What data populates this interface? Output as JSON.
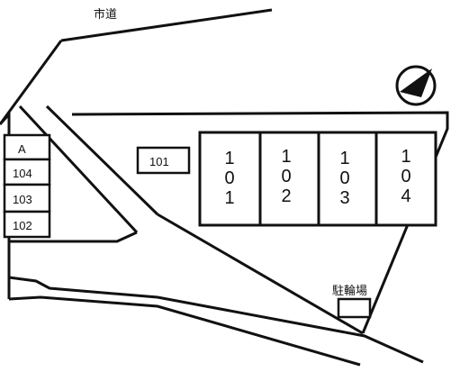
{
  "road_label": "市道",
  "parking_label": "駐輪場",
  "north_arrow": {
    "icon": "north-arrow-icon"
  },
  "left_stalls": [
    {
      "label": "A"
    },
    {
      "label": "104"
    },
    {
      "label": "103"
    },
    {
      "label": "102"
    }
  ],
  "single_stall": {
    "label": "101"
  },
  "units": [
    {
      "digits": [
        "1",
        "0",
        "1"
      ]
    },
    {
      "digits": [
        "1",
        "0",
        "2"
      ]
    },
    {
      "digits": [
        "1",
        "0",
        "3"
      ]
    },
    {
      "digits": [
        "1",
        "0",
        "4"
      ]
    }
  ],
  "colors": {
    "line": "#111111",
    "background": "#ffffff"
  }
}
